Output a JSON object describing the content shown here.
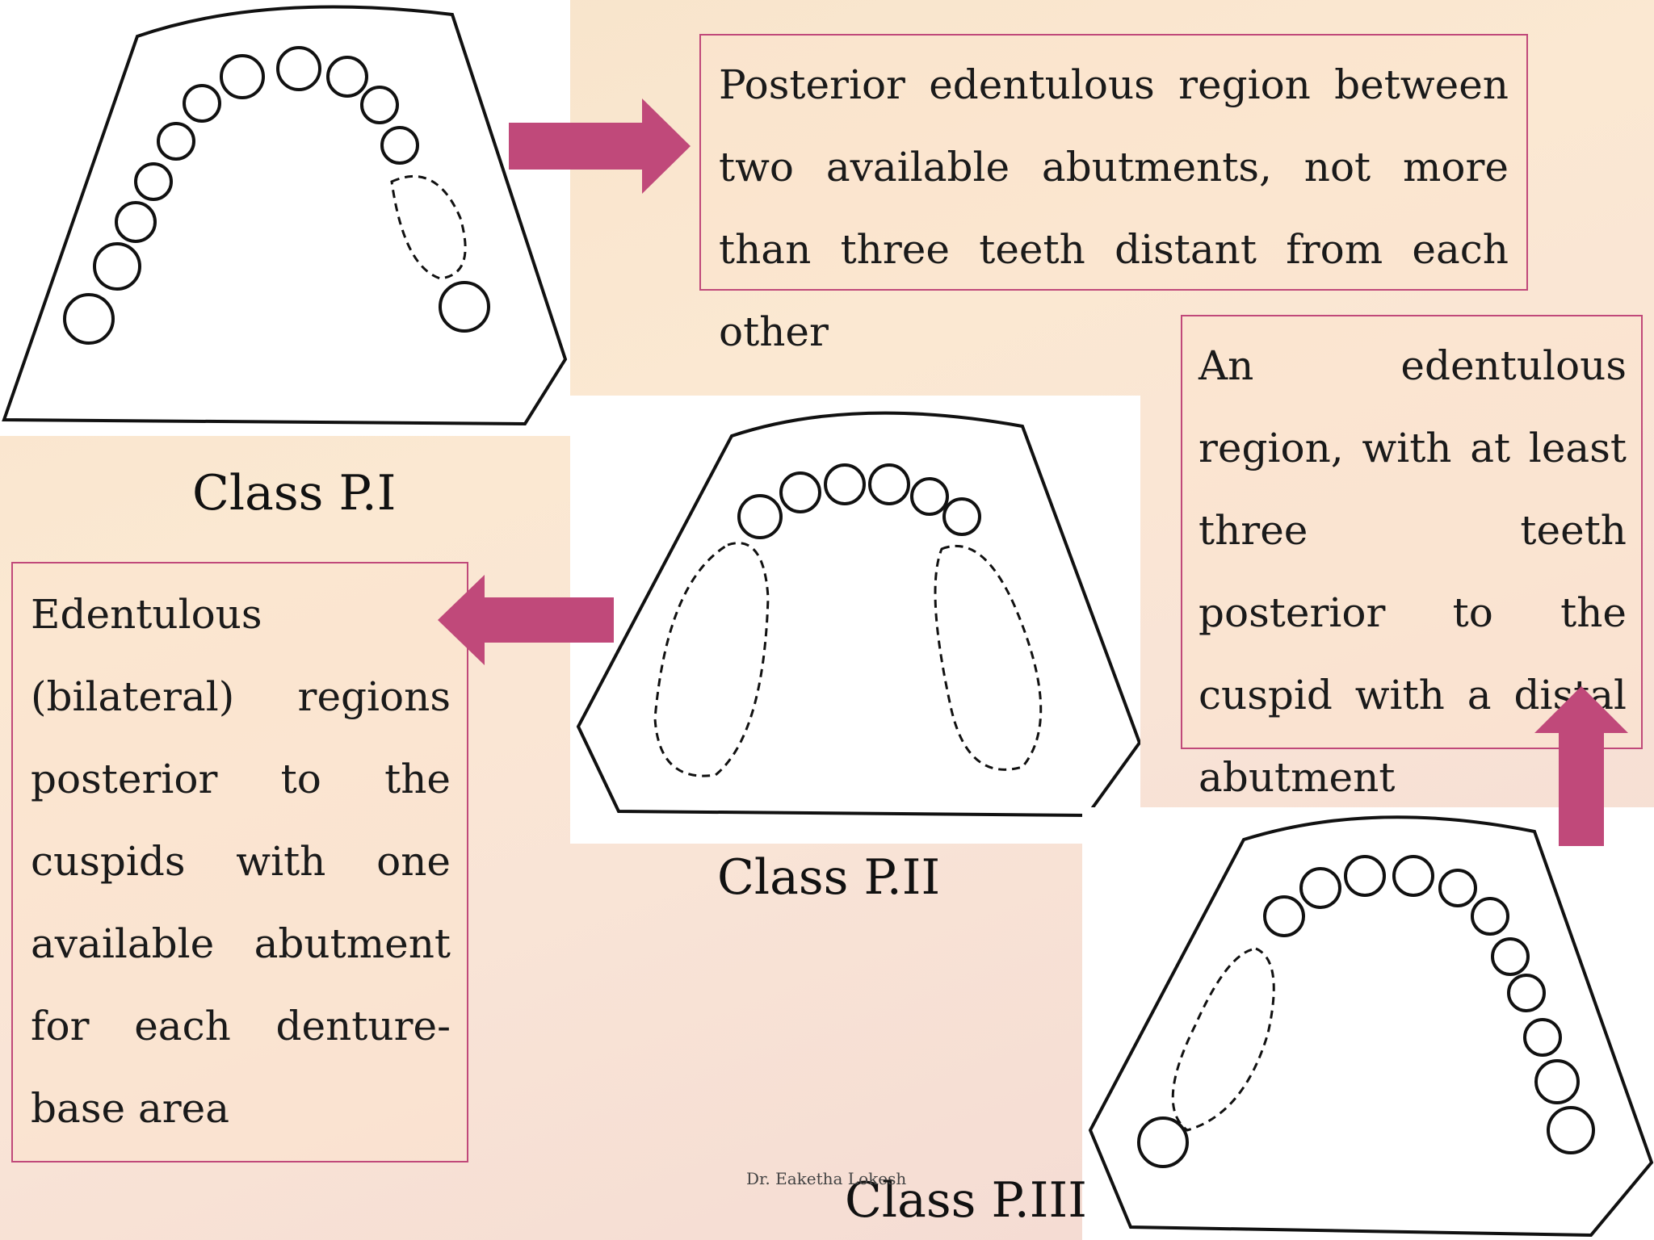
{
  "slide": {
    "class1": {
      "caption": "Class P.I",
      "description": "Posterior edentulous region between two available abutments, not more than three teeth distant from each other"
    },
    "class2": {
      "caption": "Class P.II",
      "description": "Edentulous (bilateral) regions posterior to the cuspids with one available abutment for each denture-base area"
    },
    "class3": {
      "caption": "Class P.III",
      "description": "An edentulous region, with at least three teeth posterior to the cuspid with a distal abutment"
    },
    "footer": "Dr. Eaketha Lokesh",
    "colors": {
      "accent": "#c0497a",
      "border": "#c0497a"
    },
    "icons": [
      "dental-arch-class-1-icon",
      "dental-arch-class-2-icon",
      "dental-arch-class-3-icon",
      "arrow-right-icon",
      "arrow-left-icon",
      "arrow-up-icon"
    ]
  }
}
